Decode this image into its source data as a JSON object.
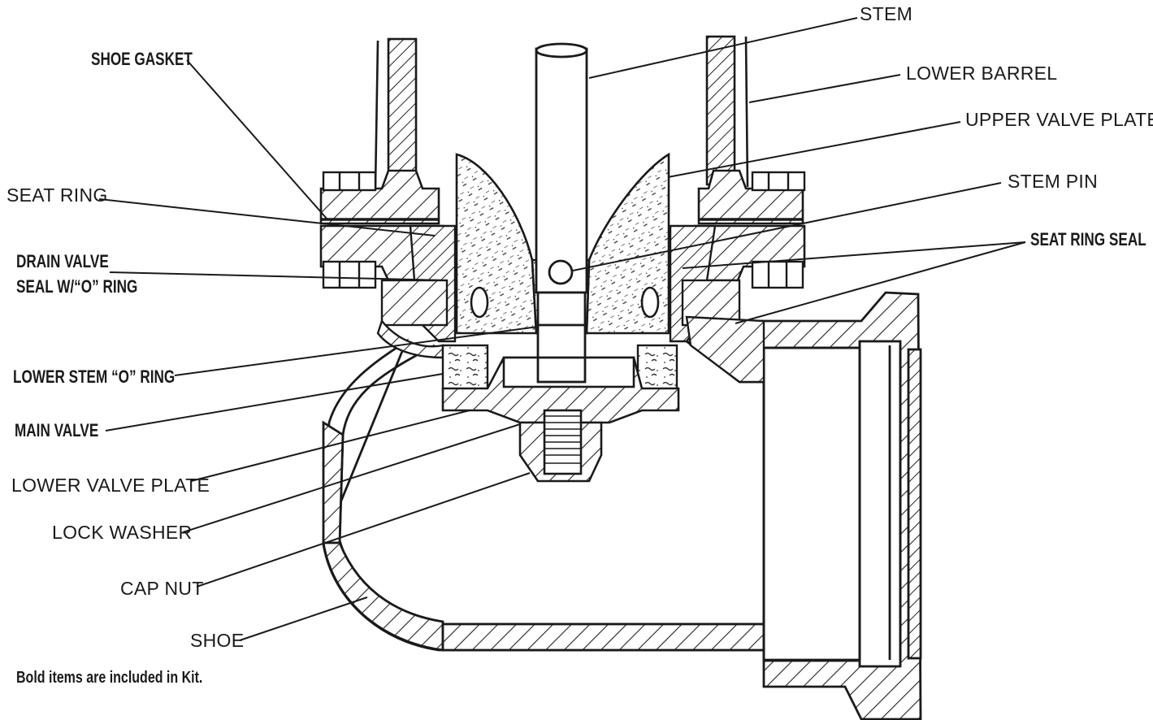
{
  "labels": {
    "stem": "STEM",
    "lower_barrel": "LOWER BARREL",
    "upper_valve_plate": "UPPER VALVE PLATE",
    "stem_pin": "STEM PIN",
    "seat_ring_seal": "SEAT RING SEAL",
    "shoe_gasket": "SHOE GASKET",
    "seat_ring": "SEAT RING",
    "drain_valve_line1": "DRAIN VALVE",
    "drain_valve_line2": "SEAL W/“O” RING",
    "lower_stem_o_ring": "LOWER STEM “O” RING",
    "main_valve": "MAIN VALVE",
    "lower_valve_plate": "LOWER VALVE PLATE",
    "lock_washer": "LOCK WASHER",
    "cap_nut": "CAP NUT",
    "shoe": "SHOE"
  },
  "footnote": "Bold items are included in Kit."
}
